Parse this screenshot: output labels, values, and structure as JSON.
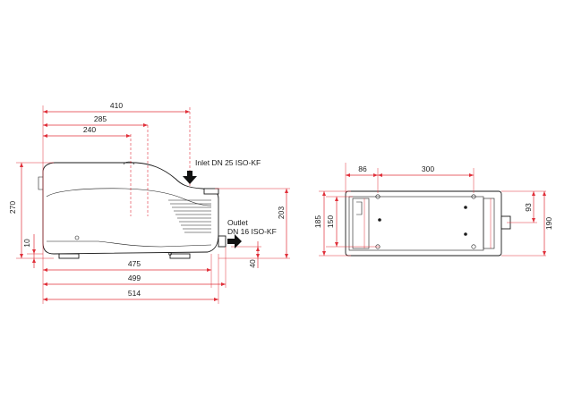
{
  "side_view": {
    "dims": {
      "d410": "410",
      "d285": "285",
      "d240": "240",
      "d270": "270",
      "d10": "10",
      "d203": "203",
      "d40": "40",
      "d475": "475",
      "d499": "499",
      "d514": "514"
    },
    "inlet_label": "Inlet DN 25 ISO-KF",
    "outlet_label_line1": "Outlet",
    "outlet_label_line2": "DN 16 ISO-KF"
  },
  "top_view": {
    "dims": {
      "d86": "86",
      "d300": "300",
      "d185": "185",
      "d150": "150",
      "d93": "93",
      "d190": "190"
    }
  },
  "colors": {
    "dimension_line": "#e0303a",
    "outline": "#1a1a1a",
    "arrow": "#111111"
  }
}
